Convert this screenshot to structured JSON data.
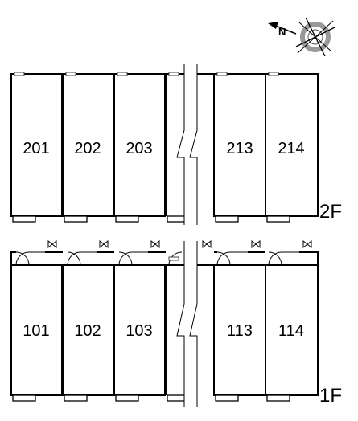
{
  "compass": {
    "north_letter": "N"
  },
  "floors": [
    {
      "id": "2F",
      "label": "2F",
      "units": [
        "201",
        "202",
        "203",
        "213",
        "214"
      ]
    },
    {
      "id": "1F",
      "label": "1F",
      "units": [
        "101",
        "102",
        "103",
        "113",
        "114"
      ]
    }
  ]
}
